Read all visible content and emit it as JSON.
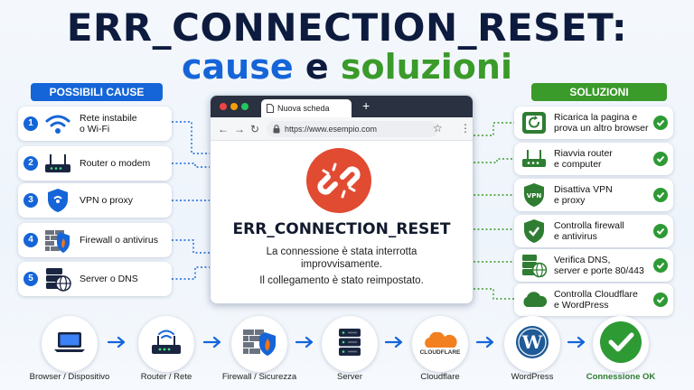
{
  "title": {
    "line1": "ERR_CONNECTION_RESET:",
    "line2_part1": "cause",
    "line2_part2": "e",
    "line2_part3": "soluzioni"
  },
  "causes_header": "POSSIBILI CAUSE",
  "solutions_header": "SOLUZIONI",
  "causes": [
    {
      "num": "1",
      "label_line1": "Rete instabile",
      "label_line2": "o Wi-Fi",
      "icon": "wifi-icon"
    },
    {
      "num": "2",
      "label_line1": "Router o modem",
      "label_line2": "",
      "icon": "router-icon"
    },
    {
      "num": "3",
      "label_line1": "VPN o proxy",
      "label_line2": "",
      "icon": "vpn-shield-icon"
    },
    {
      "num": "4",
      "label_line1": "Firewall o antivirus",
      "label_line2": "",
      "icon": "firewall-icon"
    },
    {
      "num": "5",
      "label_line1": "Server o DNS",
      "label_line2": "",
      "icon": "server-globe-icon"
    }
  ],
  "solutions": [
    {
      "label_line1": "Ricarica la pagina e",
      "label_line2": "prova un altro browser",
      "icon": "reload-icon"
    },
    {
      "label_line1": "Riavvia router",
      "label_line2": "e computer",
      "icon": "router-icon"
    },
    {
      "label_line1": "Disattiva VPN",
      "label_line2": "e proxy",
      "icon": "vpn-shield-icon"
    },
    {
      "label_line1": "Controlla firewall",
      "label_line2": "e antivirus",
      "icon": "shield-check-icon"
    },
    {
      "label_line1": "Verifica DNS,",
      "label_line2": "server e porte 80/443",
      "icon": "server-globe-icon"
    },
    {
      "label_line1": "Controlla Cloudflare",
      "label_line2": "e WordPress",
      "icon": "cloud-icon"
    }
  ],
  "browser": {
    "tab_label": "Nuova scheda",
    "url": "https://www.esempio.com",
    "error_code": "ERR_CONNECTION_RESET",
    "message_line1": "La connessione è stata interrotta",
    "message_line2": "improvvisamente.",
    "message_line3": "Il collegamento è stato reimpostato."
  },
  "flow": [
    {
      "label": "Browser / Dispositivo",
      "icon": "laptop-icon"
    },
    {
      "label": "Router / Rete",
      "icon": "router-icon"
    },
    {
      "label": "Firewall / Sicurezza",
      "icon": "firewall-icon"
    },
    {
      "label": "Server",
      "icon": "server-icon"
    },
    {
      "label": "Cloudflare",
      "icon": "cloudflare-icon",
      "logo_text": "CLOUDFLARE"
    },
    {
      "label": "WordPress",
      "icon": "wordpress-icon"
    },
    {
      "label": "Connessione OK",
      "icon": "check-circle-icon"
    }
  ],
  "colors": {
    "blue": "#1565d8",
    "green": "#3a9a2a",
    "dark": "#0d1b3e",
    "error_red": "#e14b32"
  }
}
